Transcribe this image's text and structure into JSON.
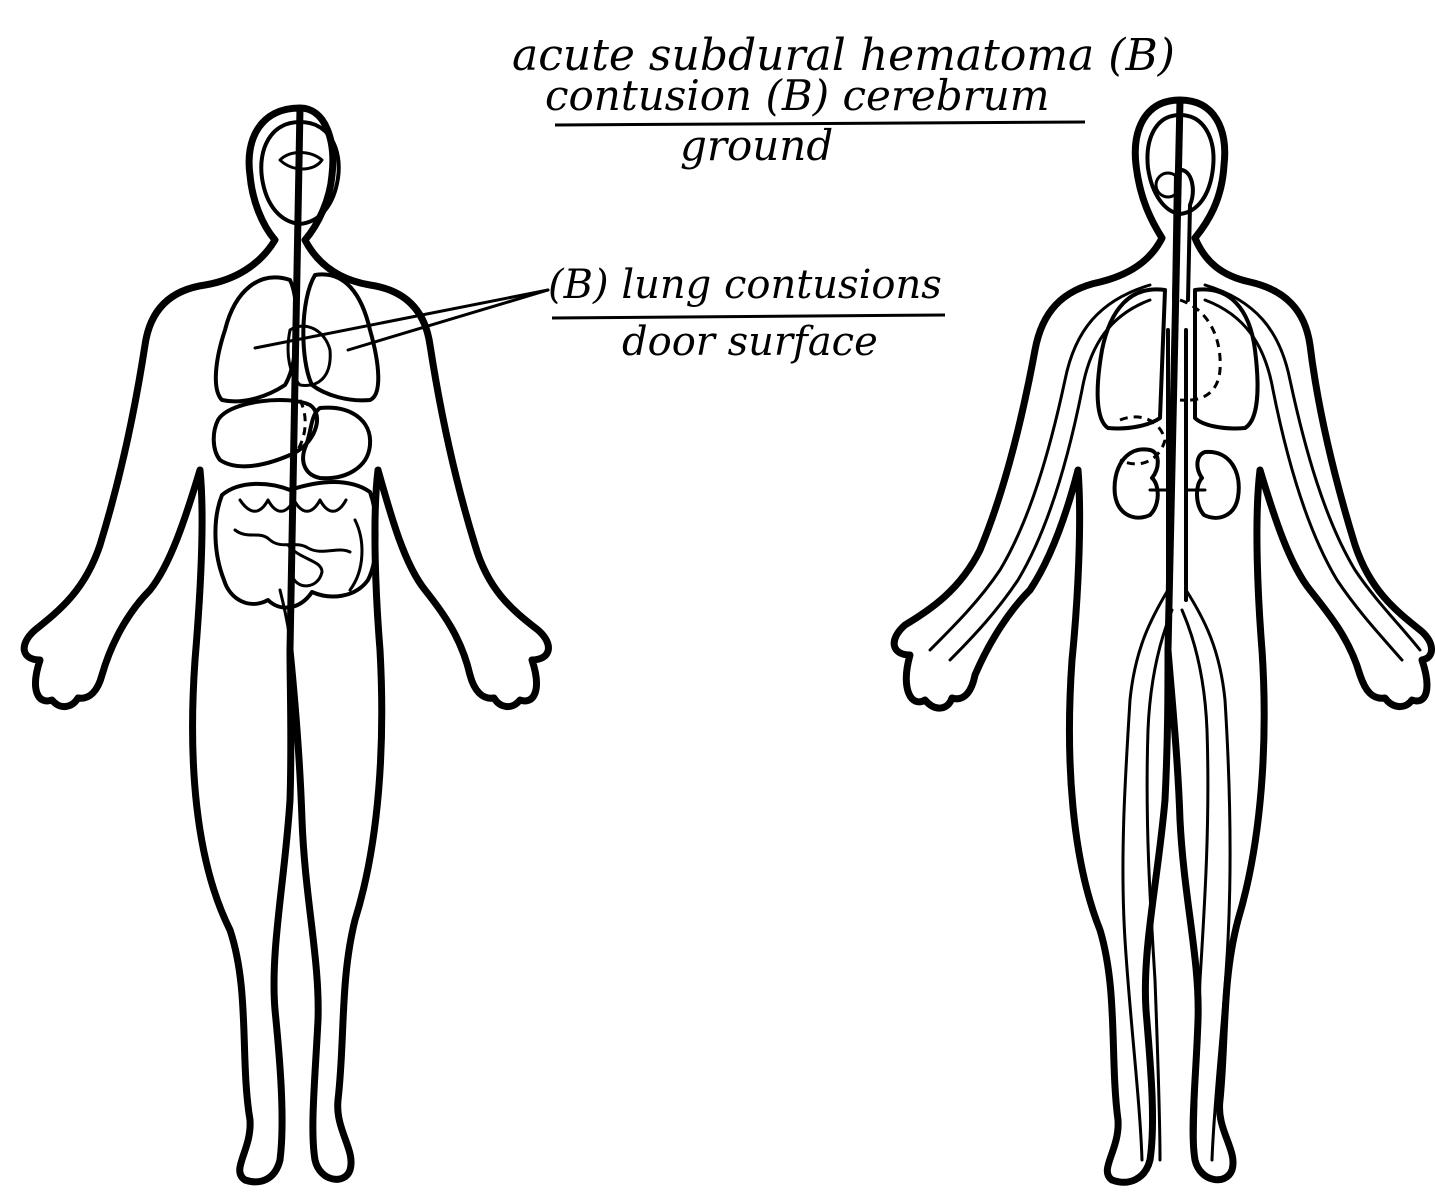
{
  "annotations": {
    "head_line1": "acute subdural hematoma (B)",
    "head_line2": "contusion (B) cerebrum",
    "head_line3": "ground",
    "lung_line1": "(B) lung contusions",
    "lung_line2": "door surface"
  },
  "colors": {
    "ink": "#000000",
    "paper": "#ffffff"
  },
  "figures": {
    "front_figure": "anterior-body-with-organs",
    "back_figure": "posterior-body-with-vessels"
  }
}
